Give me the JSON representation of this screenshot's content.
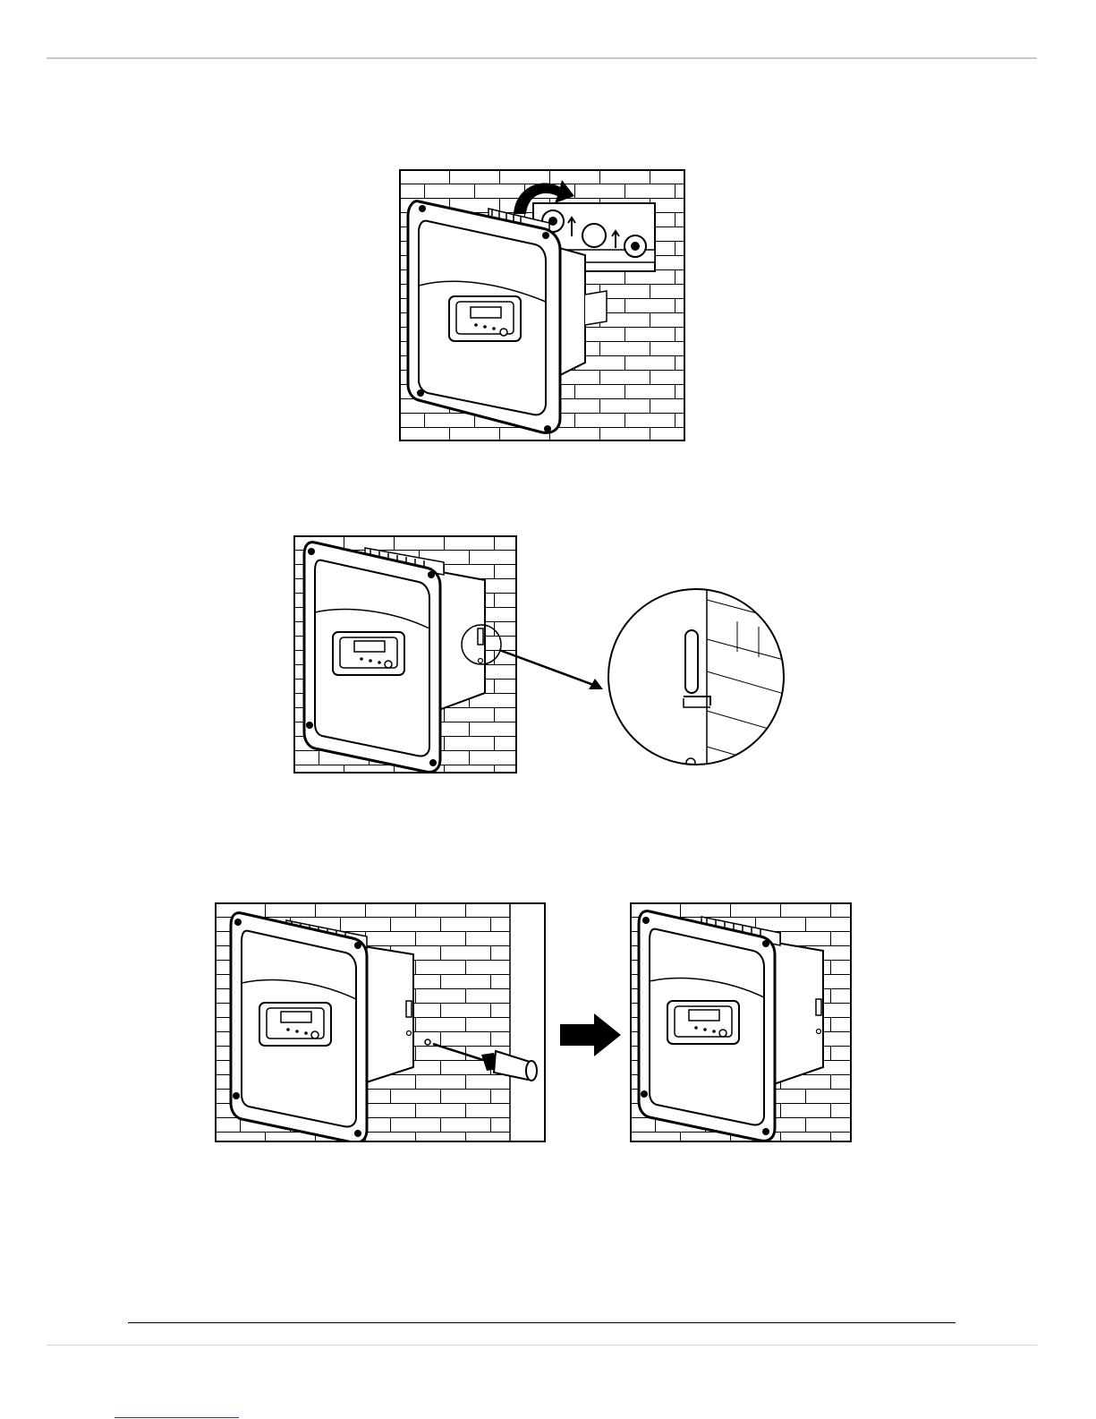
{
  "document": {
    "page_type": "installation-manual-illustration-page",
    "figures": [
      {
        "step": "hang-inverter-on-bracket"
      },
      {
        "step": "check-engagement-detail"
      },
      {
        "step": "fix-screw-and-result"
      }
    ]
  },
  "colors": {
    "line": "#000000",
    "rule_light": "#c8c8c8",
    "link": "#2a2ad8",
    "background": "#ffffff"
  }
}
